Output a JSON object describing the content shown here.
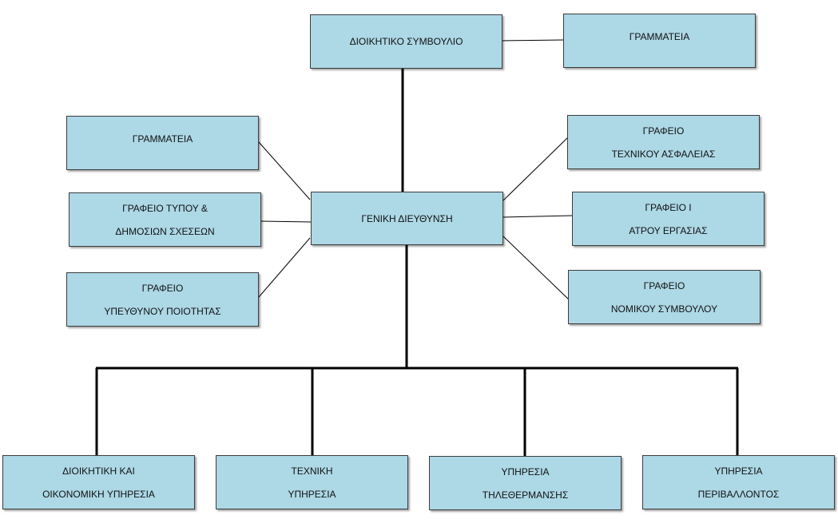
{
  "colors": {
    "box_fill": "#add8e6",
    "box_border": "#3c3c3c",
    "connector": "#000000"
  },
  "nodes": {
    "board": {
      "lines": [
        "ΔΙΟΙΚΗΤΙΚΟ ΣΥΜΒΟΥΛΙΟ"
      ]
    },
    "board_secretariat": {
      "lines": [
        "ΓΡΑΜΜΑΤΕΙΑ"
      ]
    },
    "general_directorate": {
      "lines": [
        "ΓΕΝΙΚΗ ΔΙΕΥΘΥΝΣΗ"
      ]
    },
    "secretariat": {
      "lines": [
        "ΓΡΑΜΜΑΤΕΙΑ"
      ]
    },
    "press_office": {
      "lines": [
        "ΓΡΑΦΕΙΟ ΤΥΠΟΥ &",
        "ΔΗΜΟΣΙΩΝ ΣΧΕΣΕΩΝ"
      ]
    },
    "quality_office": {
      "lines": [
        "ΓΡΑΦΕΙΟ",
        "ΥΠΕΥΘΥΝΟΥ ΠΟΙΟΤΗΤΑΣ"
      ]
    },
    "safety_office": {
      "lines": [
        "ΓΡΑΦΕΙΟ",
        "ΤΕΧΝΙΚΟΥ ΑΣΦΑΛΕΙΑΣ"
      ]
    },
    "doctor_office": {
      "lines": [
        "ΓΡΑΦΕΙΟ Ι",
        "ΑΤΡΟΥ ΕΡΓΑΣΙΑΣ"
      ]
    },
    "legal_office": {
      "lines": [
        "ΓΡΑΦΕΙΟ",
        "ΝΟΜΙΚΟΥ ΣΥΜΒΟΥΛΟΥ"
      ]
    },
    "admin_finance": {
      "lines": [
        "ΔΙΟΙΚΗΤΙΚΗ ΚΑΙ",
        "ΟΙΚΟΝΟΜΙΚΗ ΥΠΗΡΕΣΙΑ"
      ]
    },
    "technical": {
      "lines": [
        "ΤΕΧΝΙΚΗ",
        "ΥΠΗΡΕΣΙΑ"
      ]
    },
    "district_heating": {
      "lines": [
        "ΥΠΗΡΕΣΙΑ",
        "ΤΗΛΕΘΕΡΜΑΝΣΗΣ"
      ]
    },
    "environment": {
      "lines": [
        "ΥΠΗΡΕΣΙΑ",
        "ΠΕΡΙΒΑΛΛΟΝΤΟΣ"
      ]
    }
  }
}
